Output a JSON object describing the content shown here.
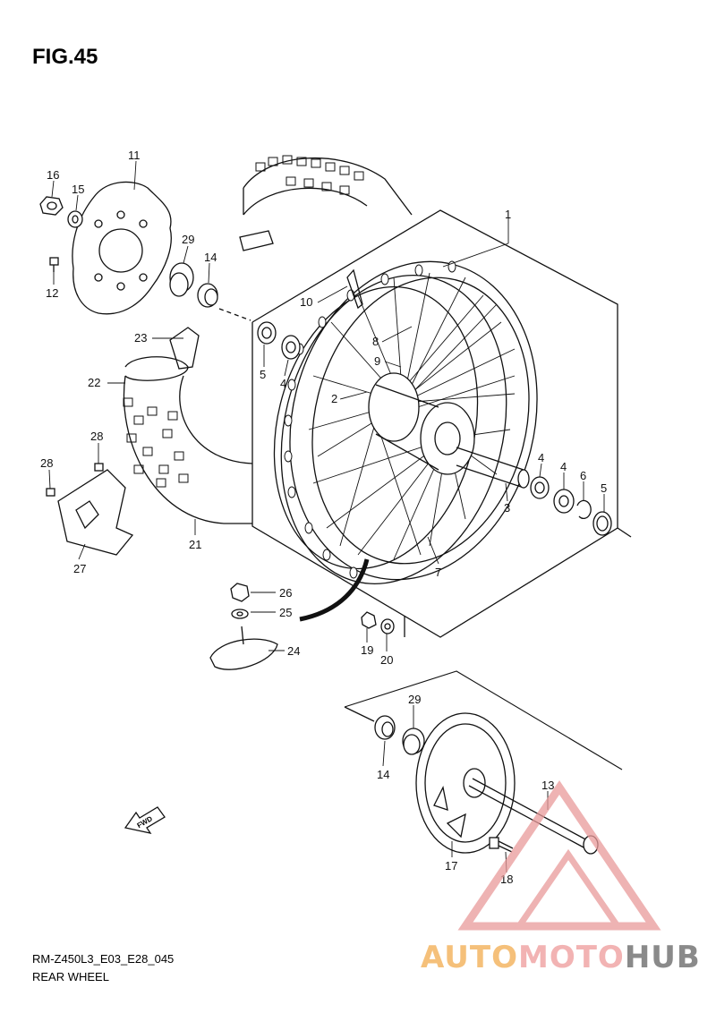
{
  "figure_title": "FIG.45",
  "footer": {
    "model_code": "RM-Z450L3_E03_E28_045",
    "section_name": "REAR WHEEL"
  },
  "fwd_label": "FWD",
  "watermark": {
    "part1": "AUTO",
    "part2": "MOTO",
    "part3": "HUB",
    "colors": {
      "part1": "#f5c07a",
      "part2": "#f2b3b3",
      "part3": "#8a8a8a",
      "logo": "#e99a9a"
    }
  },
  "callouts": {
    "n1": "1",
    "n2": "2",
    "n3": "3",
    "n4a": "4",
    "n4b": "4",
    "n4c": "4",
    "n5a": "5",
    "n5b": "5",
    "n6": "6",
    "n7": "7",
    "n8": "8",
    "n9": "9",
    "n10": "10",
    "n11": "11",
    "n12": "12",
    "n13": "13",
    "n14a": "14",
    "n14b": "14",
    "n15": "15",
    "n16": "16",
    "n17": "17",
    "n18": "18",
    "n19": "19",
    "n20": "20",
    "n21": "21",
    "n22": "22",
    "n23": "23",
    "n24": "24",
    "n25": "25",
    "n26": "26",
    "n27": "27",
    "n28a": "28",
    "n28b": "28",
    "n29a": "29",
    "n29b": "29"
  }
}
